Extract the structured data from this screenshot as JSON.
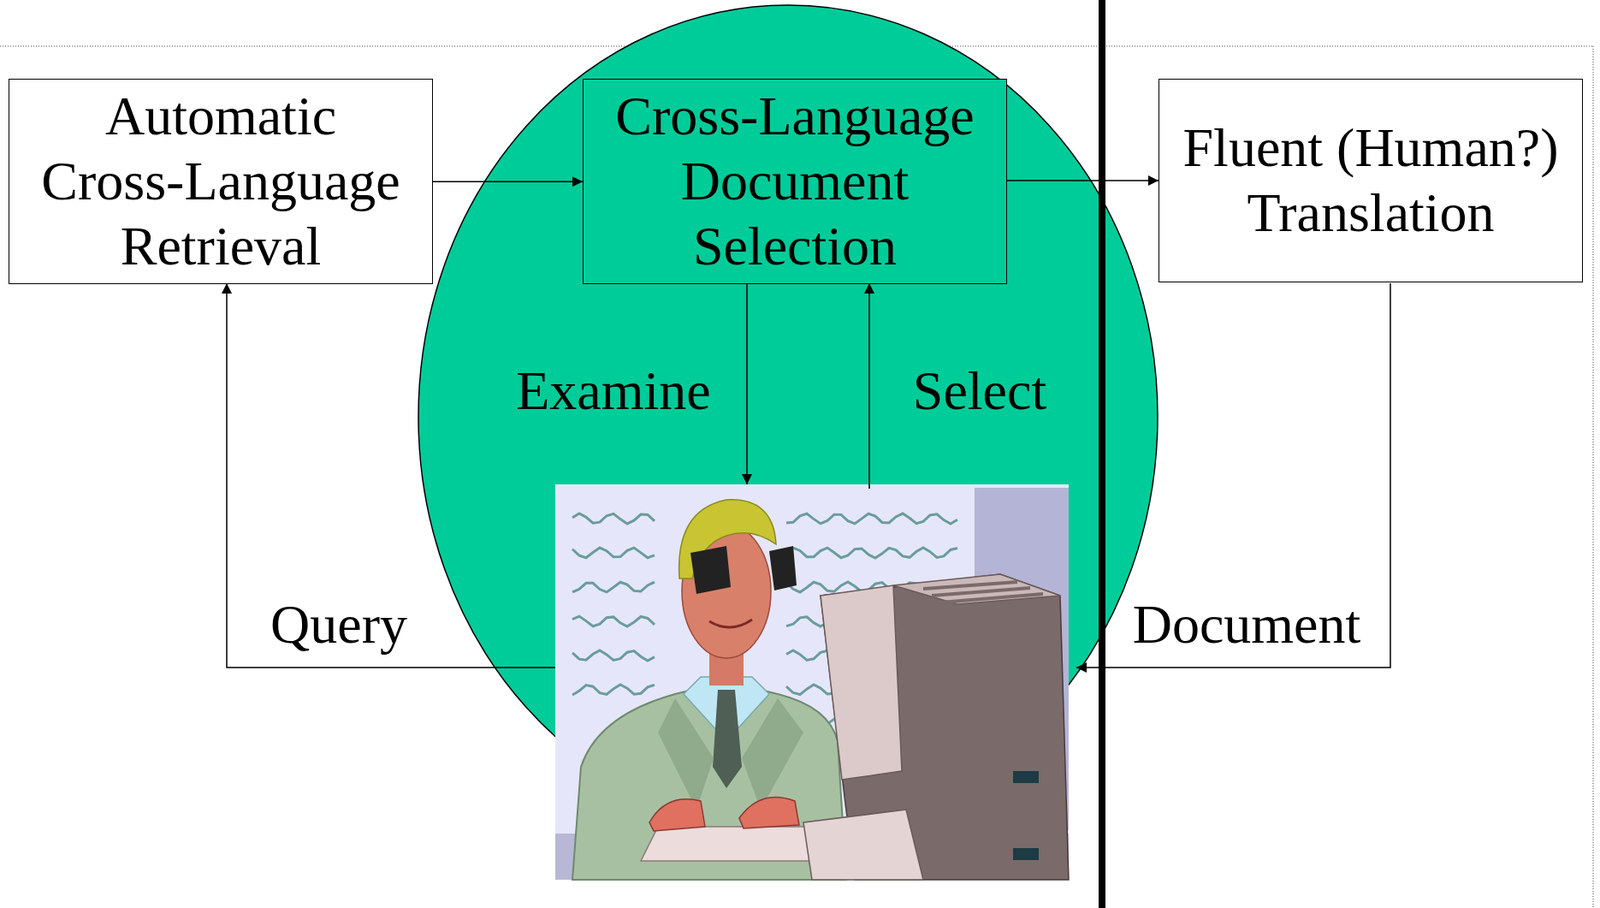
{
  "diagram": {
    "nodes": [
      {
        "text": [
          "Automatic Cross-Language Retrieval"
        ]
      },
      {
        "text": [
          "Cross-Language Document Selection"
        ]
      },
      {
        "text": [
          "Fluent (Human?) Translation"
        ]
      }
    ],
    "edges": [
      {
        "from": 0,
        "to": 1,
        "arrow": "to"
      },
      {
        "from": 1,
        "to": 2,
        "arrow": "to"
      }
    ],
    "labels": [
      "Examine",
      "Select",
      "Query",
      "Document"
    ]
  }
}
